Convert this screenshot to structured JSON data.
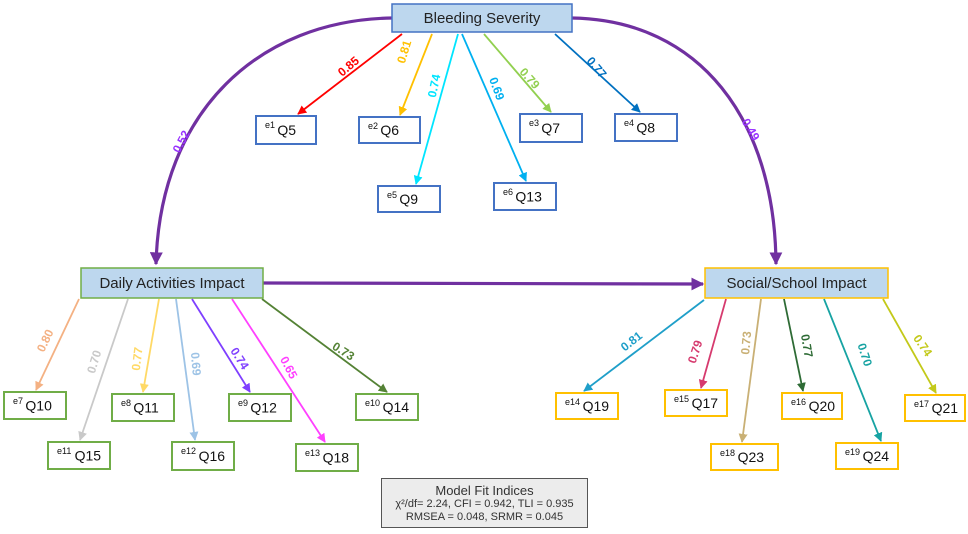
{
  "latents": [
    {
      "id": "bleeding",
      "label": "Bleeding Severity",
      "fill": "#bdd7ee",
      "stroke": "#4472c4"
    },
    {
      "id": "daily",
      "label": "Daily Activities Impact",
      "fill": "#bdd7ee",
      "stroke": "#70ad47"
    },
    {
      "id": "social",
      "label": "Social/School Impact",
      "fill": "#bdd7ee",
      "stroke": "#ffc000"
    }
  ],
  "indicators": [
    {
      "latent": "bleeding",
      "error": "e1",
      "item": "Q5",
      "loading": "0.85",
      "color": "#ff0000"
    },
    {
      "latent": "bleeding",
      "error": "e2",
      "item": "Q6",
      "loading": "0.81",
      "color": "#ffc000"
    },
    {
      "latent": "bleeding",
      "error": "e5",
      "item": "Q9",
      "loading": "0.74",
      "color": "#00e5ff"
    },
    {
      "latent": "bleeding",
      "error": "e6",
      "item": "Q13",
      "loading": "0.69",
      "color": "#00b0f0"
    },
    {
      "latent": "bleeding",
      "error": "e3",
      "item": "Q7",
      "loading": "0.79",
      "color": "#92d050"
    },
    {
      "latent": "bleeding",
      "error": "e4",
      "item": "Q8",
      "loading": "0.77",
      "color": "#0070c0"
    },
    {
      "latent": "daily",
      "error": "e7",
      "item": "Q10",
      "loading": "0.80",
      "color": "#f4b183"
    },
    {
      "latent": "daily",
      "error": "e11",
      "item": "Q15",
      "loading": "0.70",
      "color": "#c9c9c9"
    },
    {
      "latent": "daily",
      "error": "e8",
      "item": "Q11",
      "loading": "0.77",
      "color": "#ffd966"
    },
    {
      "latent": "daily",
      "error": "e12",
      "item": "Q16",
      "loading": "0.69",
      "color": "#9dc3e6"
    },
    {
      "latent": "daily",
      "error": "e9",
      "item": "Q12",
      "loading": "0.74",
      "color": "#7f3fff"
    },
    {
      "latent": "daily",
      "error": "e13",
      "item": "Q18",
      "loading": "0.65",
      "color": "#ff40ff"
    },
    {
      "latent": "daily",
      "error": "e10",
      "item": "Q14",
      "loading": "0.73",
      "color": "#548235"
    },
    {
      "latent": "social",
      "error": "e14",
      "item": "Q19",
      "loading": "0.81",
      "color": "#1f9fc9"
    },
    {
      "latent": "social",
      "error": "e15",
      "item": "Q17",
      "loading": "0.79",
      "color": "#d63a6e"
    },
    {
      "latent": "social",
      "error": "e18",
      "item": "Q23",
      "loading": "0.73",
      "color": "#c9b075"
    },
    {
      "latent": "social",
      "error": "e16",
      "item": "Q20",
      "loading": "0.77",
      "color": "#2e6b35"
    },
    {
      "latent": "social",
      "error": "e19",
      "item": "Q24",
      "loading": "0.70",
      "color": "#17a3a3"
    },
    {
      "latent": "social",
      "error": "e17",
      "item": "Q21",
      "loading": "0.74",
      "color": "#c3c91a"
    }
  ],
  "structural_paths": [
    {
      "from": "bleeding",
      "to": "daily",
      "coefficient": "0.52",
      "color": "#7030a0",
      "label_color": "#9933ff"
    },
    {
      "from": "bleeding",
      "to": "social",
      "coefficient": "0.49",
      "color": "#7030a0",
      "label_color": "#9933ff"
    },
    {
      "from": "daily",
      "to": "social",
      "coefficient": "",
      "color": "#7030a0",
      "label_color": "#9933ff"
    }
  ],
  "model_fit": {
    "title": "Model Fit Indices",
    "line1": "χ²/df= 2.24, CFI = 0.942, TLI = 0.935",
    "line2": "RMSEA = 0.048, SRMR = 0.045"
  }
}
